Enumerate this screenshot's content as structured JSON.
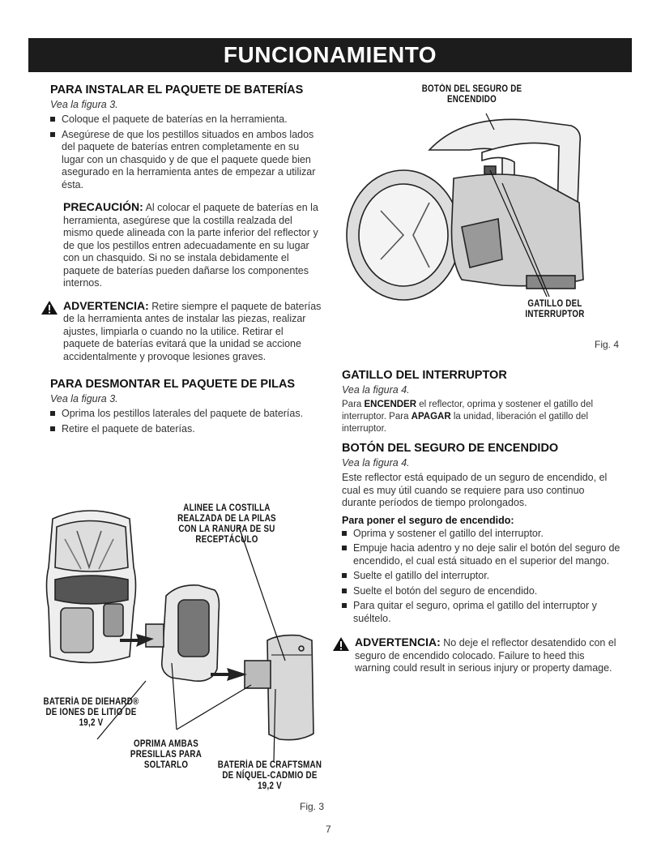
{
  "banner": "FUNCIONAMIENTO",
  "left": {
    "install": {
      "heading": "PARA INSTALAR EL PAQUETE DE BATERÍAS",
      "see": "Vea la figura 3.",
      "bullets": [
        "Coloque el paquete de baterías en la herramienta.",
        "Asegúrese de que los pestillos situados en ambos lados del paquete de baterías entren completamente en su lugar con un chasquido y de que el paquete quede bien asegurado en la herramienta antes de empezar a utilizar ésta."
      ],
      "caution_label": "PRECAUCIÓN:",
      "caution_text": " Al colocar el paquete de baterías en la herramienta, asegúrese que la costilla realzada del mismo quede alineada con la parte inferior del reflector y de que los pestillos entren adecuadamente en su lugar con un chasquido. Si no se instala debidamente el paquete de baterías pueden dañarse los componentes internos.",
      "warning_label": "ADVERTENCIA:",
      "warning_text": " Retire siempre el paquete de baterías de la herramienta antes de instalar las piezas, realizar ajustes, limpiarla o cuando no la utilice. Retirar el paquete de baterías evitará que la unidad se accione accidentalmente y provoque lesiones graves."
    },
    "remove": {
      "heading": "PARA DESMONTAR EL PAQUETE DE PILAS",
      "see": "Vea la figura 3.",
      "bullets": [
        "Oprima los pestillos laterales del paquete de baterías.",
        "Retire el paquete de baterías."
      ]
    }
  },
  "fig3": {
    "label_align_1": "ALINEE LA COSTILLA",
    "label_align_2": "REALZADA DE LA PILAS",
    "label_align_3": "CON LA RANURA DE SU",
    "label_align_4": "RECEPTÁCULO",
    "label_diehard_1": "BATERÍA DE DIEHARD®",
    "label_diehard_2": "DE IONES DE LITIO DE",
    "label_diehard_3": "19,2 V",
    "label_press_1": "OPRIMA AMBAS",
    "label_press_2": "PRESILLAS PARA",
    "label_press_3": "SOLTARLO",
    "label_craftsman_1": "BATERÍA DE CRAFTSMAN",
    "label_craftsman_2": "DE NÍQUEL-CADMIO DE",
    "label_craftsman_3": "19,2 V",
    "caption": "Fig. 3"
  },
  "fig4": {
    "label_lock_1": "BOTÓN DEL SEGURO DE",
    "label_lock_2": "ENCENDIDO",
    "label_trigger_1": "GATILLO DEL",
    "label_trigger_2": "INTERRUPTOR",
    "caption": "Fig. 4"
  },
  "right": {
    "trigger": {
      "heading": "GATILLO DEL INTERRUPTOR",
      "see": "Vea la figura 4.",
      "t1": "Para ",
      "b1": "ENCENDER",
      "t2": " el reflector, oprima y sostener el gatillo del interruptor. Para ",
      "b2": "APAGAR",
      "t3": " la unidad, liberación el gatillo del interruptor."
    },
    "lock": {
      "heading": "BOTÓN DEL SEGURO DE ENCENDIDO",
      "see": "Vea la figura 4.",
      "text": "Este reflector está equipado de un seguro de encendido, el cual es muy útil cuando se requiere para uso continuo durante períodos de tiempo prolongados.",
      "sub": "Para poner el seguro de encendido:",
      "bullets": [
        "Oprima y sostener el gatillo del interruptor.",
        "Empuje hacia adentro y no deje salir el botón del seguro de encendido, el cual está situado en el superior del mango.",
        "Suelte el gatillo del interruptor.",
        "Suelte el botón del seguro de encendido.",
        "Para quitar el seguro, oprima el gatillo del interruptor y suéltelo."
      ],
      "warning_label": "ADVERTENCIA:",
      "warning_text": " No deje el reflector desatendido con el seguro de encendido colocado. Failure to heed this warning could result in serious injury or property damage."
    }
  },
  "page_number": "7"
}
